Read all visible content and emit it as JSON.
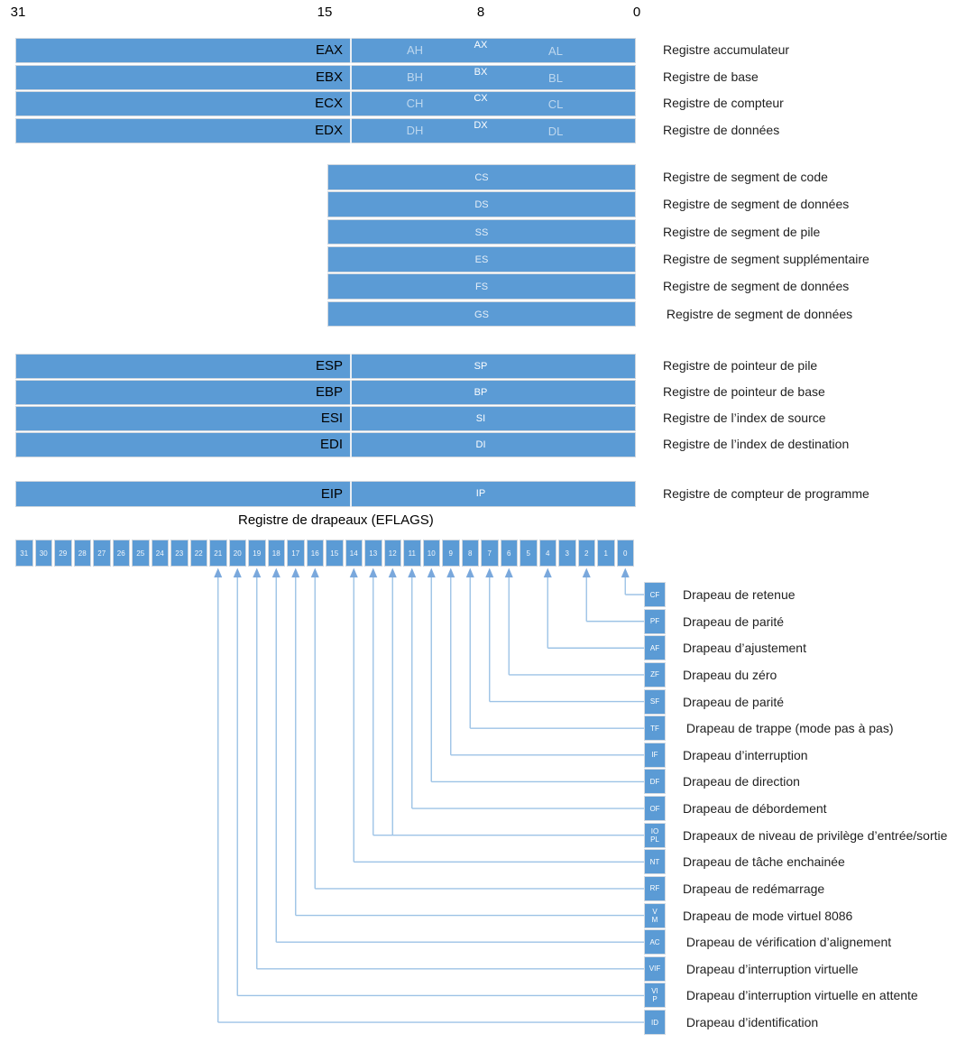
{
  "colors": {
    "bar_blue": "#5b9bd5",
    "connector_line": "#9dc3e6",
    "arrow_fill": "#7aa8dc",
    "light_text": "#bdd7ee"
  },
  "bit_scale": [
    "31",
    "15",
    "8",
    "0"
  ],
  "gp_registers": [
    {
      "name": "EAX",
      "high": "AH",
      "word": "AX",
      "low": "AL",
      "desc": "Registre accumulateur"
    },
    {
      "name": "EBX",
      "high": "BH",
      "word": "BX",
      "low": "BL",
      "desc": "Registre de base"
    },
    {
      "name": "ECX",
      "high": "CH",
      "word": "CX",
      "low": "CL",
      "desc": "Registre de compteur"
    },
    {
      "name": "EDX",
      "high": "DH",
      "word": "DX",
      "low": "DL",
      "desc": "Registre de données"
    }
  ],
  "segment_registers": [
    {
      "name": "CS",
      "desc": "Registre de segment de code"
    },
    {
      "name": "DS",
      "desc": "Registre de segment de données"
    },
    {
      "name": "SS",
      "desc": "Registre de segment de pile"
    },
    {
      "name": "ES",
      "desc": "Registre de segment supplémentaire"
    },
    {
      "name": "FS",
      "desc": "Registre de segment de données"
    },
    {
      "name": "GS",
      "desc": " Registre de segment de données"
    }
  ],
  "pointer_registers": [
    {
      "name": "ESP",
      "word": "SP",
      "desc": "Registre de pointeur de pile"
    },
    {
      "name": "EBP",
      "word": "BP",
      "desc": "Registre de pointeur de base"
    },
    {
      "name": "ESI",
      "word": "SI",
      "desc": "Registre de l’index de source"
    },
    {
      "name": "EDI",
      "word": "DI",
      "desc": "Registre de l’index de destination"
    }
  ],
  "instruction_pointer": {
    "name": "EIP",
    "word": "IP",
    "desc": "Registre de compteur de programme"
  },
  "eflags": {
    "title": "Registre de drapeaux (EFLAGS)",
    "bits": [
      "31",
      "30",
      "29",
      "28",
      "27",
      "26",
      "25",
      "24",
      "23",
      "22",
      "21",
      "20",
      "19",
      "18",
      "17",
      "16",
      "15",
      "14",
      "13",
      "12",
      "11",
      "10",
      "9",
      "8",
      "7",
      "6",
      "5",
      "4",
      "3",
      "2",
      "1",
      "0"
    ],
    "flags": [
      {
        "name": "CF",
        "bits": [
          0
        ],
        "desc": "Drapeau de retenue"
      },
      {
        "name": "PF",
        "bits": [
          2
        ],
        "desc": "Drapeau de parité"
      },
      {
        "name": "AF",
        "bits": [
          4
        ],
        "desc": "Drapeau d’ajustement"
      },
      {
        "name": "ZF",
        "bits": [
          6
        ],
        "desc": "Drapeau du zéro"
      },
      {
        "name": "SF",
        "bits": [
          7
        ],
        "desc": "Drapeau de parité"
      },
      {
        "name": "TF",
        "bits": [
          8
        ],
        "desc": " Drapeau de trappe (mode pas à pas)"
      },
      {
        "name": "IF",
        "bits": [
          9
        ],
        "desc": "Drapeau d’interruption"
      },
      {
        "name": "DF",
        "bits": [
          10
        ],
        "desc": "Drapeau de direction"
      },
      {
        "name": "OF",
        "bits": [
          11
        ],
        "desc": "Drapeau de débordement"
      },
      {
        "name": "IO\nPL",
        "bits": [
          13,
          12
        ],
        "desc": "Drapeaux de niveau de privilège d’entrée/sortie"
      },
      {
        "name": "NT",
        "bits": [
          14
        ],
        "desc": "Drapeau de tâche enchainée"
      },
      {
        "name": "RF",
        "bits": [
          16
        ],
        "desc": "Drapeau de redémarrage"
      },
      {
        "name": "V\nM",
        "bits": [
          17
        ],
        "desc": "Drapeau de mode virtuel 8086"
      },
      {
        "name": "AC",
        "bits": [
          18
        ],
        "desc": " Drapeau de vérification d’alignement"
      },
      {
        "name": "VIF",
        "bits": [
          19
        ],
        "desc": " Drapeau d’interruption virtuelle"
      },
      {
        "name": "VI\nP",
        "bits": [
          20
        ],
        "desc": " Drapeau d’interruption virtuelle en attente"
      },
      {
        "name": "ID",
        "bits": [
          21
        ],
        "desc": " Drapeau d’identification"
      }
    ]
  }
}
